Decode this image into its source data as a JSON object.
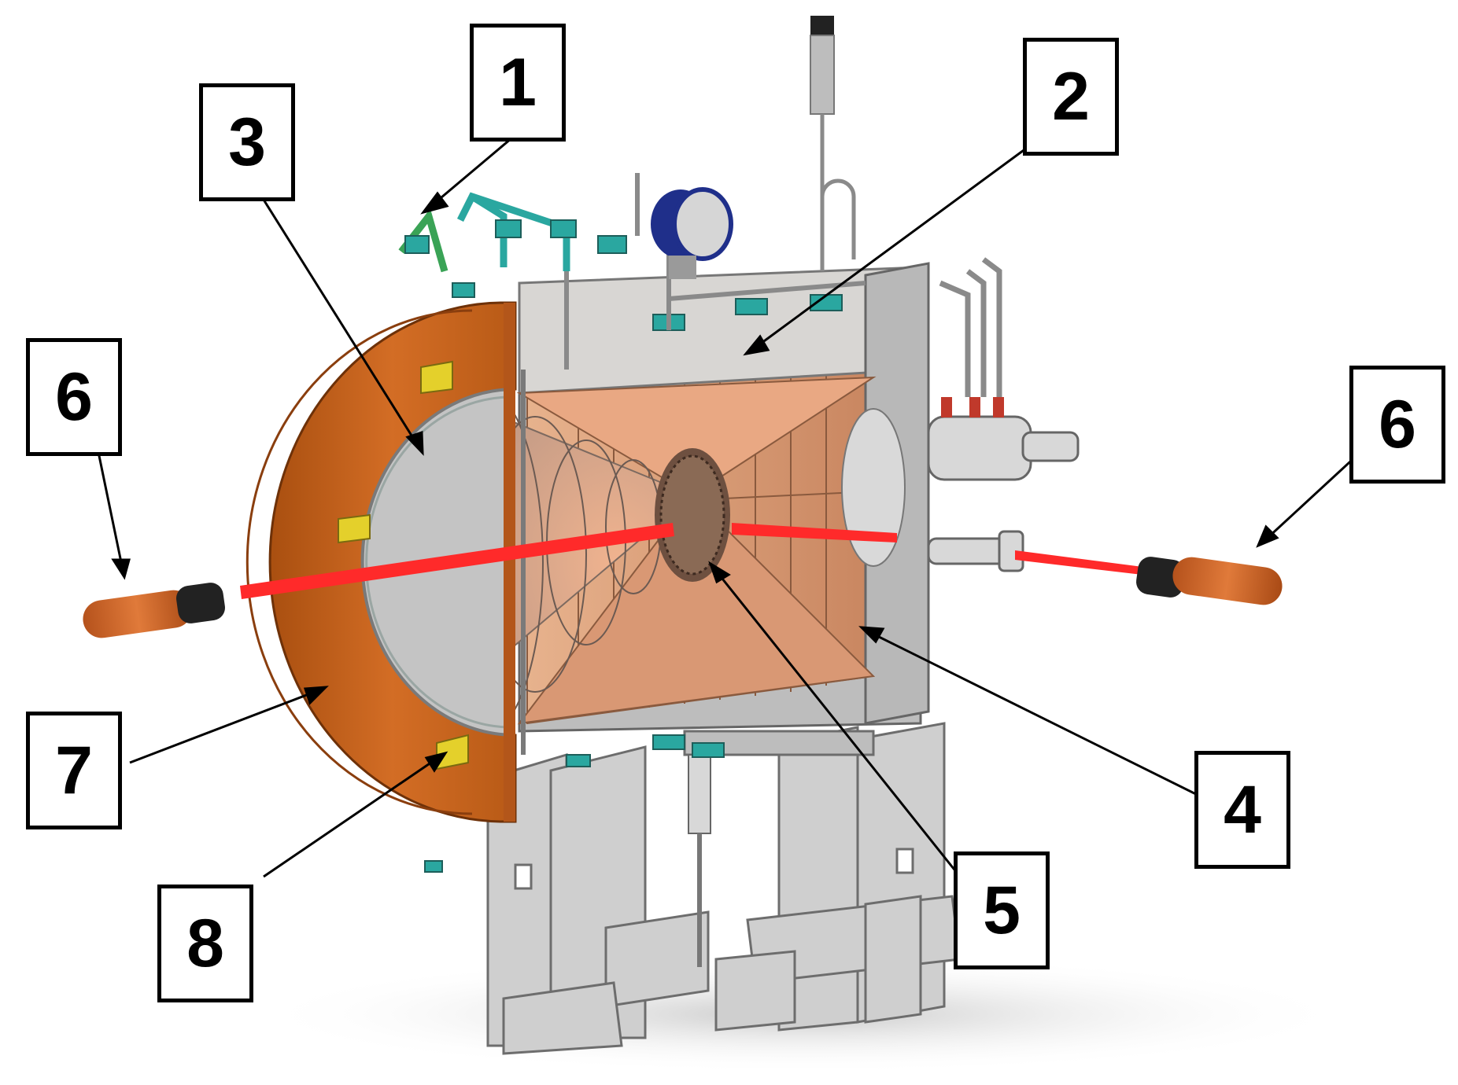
{
  "labels": [
    {
      "id": "1",
      "text": "1"
    },
    {
      "id": "2",
      "text": "2"
    },
    {
      "id": "3",
      "text": "3"
    },
    {
      "id": "4",
      "text": "4"
    },
    {
      "id": "5",
      "text": "5"
    },
    {
      "id": "6a",
      "text": "6"
    },
    {
      "id": "6b",
      "text": "6"
    },
    {
      "id": "7",
      "text": "7"
    },
    {
      "id": "8",
      "text": "8"
    }
  ],
  "colors": {
    "beam": "#ff2a2a",
    "copper": "#d98c5f",
    "flange": "#c4621c",
    "frame": "#c9c9c9",
    "valve": "#2aa7a0",
    "pipe_green": "#3aa356",
    "meter_blue": "#1f2f8a"
  }
}
